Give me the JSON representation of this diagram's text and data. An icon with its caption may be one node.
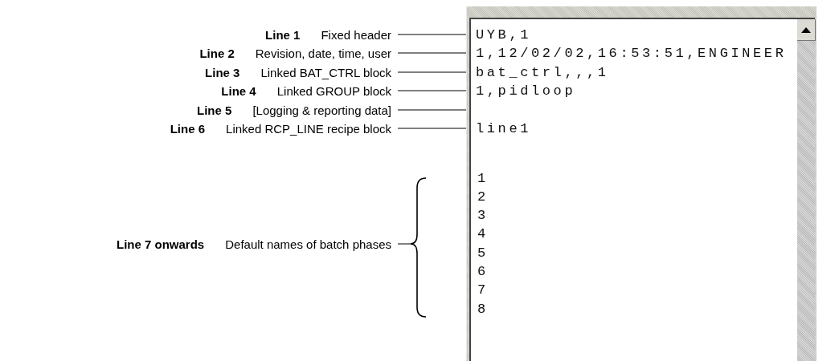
{
  "diagram": {
    "nodes": [
      {
        "text": [
          "Line 1",
          "Fixed header"
        ]
      },
      {
        "text": [
          "Line 2",
          "Revision, date, time, user"
        ]
      },
      {
        "text": [
          "Line 3",
          "Linked BAT_CTRL block"
        ]
      },
      {
        "text": [
          "Line 4",
          "Linked GROUP block"
        ]
      },
      {
        "text": [
          "Line 5",
          "[Logging & reporting data]"
        ]
      },
      {
        "text": [
          "Line 6",
          "Linked RCP_LINE recipe block"
        ]
      },
      {
        "text": [
          "Line 7 onwards",
          "Default names of batch phases"
        ]
      },
      {
        "text": [],
        "shape": "box"
      },
      {
        "text": [
          "UYB,1"
        ],
        "in": 7
      },
      {
        "text": [
          "1,12/02/02,16:53:51,ENGINEER"
        ],
        "in": 7
      },
      {
        "text": [
          "bat_ctrl,,,1"
        ],
        "in": 7
      },
      {
        "text": [
          "1,pidloop"
        ],
        "in": 7
      },
      {
        "text": [
          "line1"
        ],
        "in": 7
      },
      {
        "text": [],
        "shape": "brace"
      }
    ],
    "edges": [
      {
        "from": 0,
        "to": 8,
        "arrow": "none"
      },
      {
        "from": 1,
        "to": 9,
        "arrow": "none"
      },
      {
        "from": 2,
        "to": 10,
        "arrow": "none"
      },
      {
        "from": 3,
        "to": 11,
        "arrow": "none"
      },
      {
        "from": 4,
        "to": 7,
        "arrow": "none"
      },
      {
        "from": 5,
        "to": 12,
        "arrow": "none"
      },
      {
        "from": 6,
        "to": 13,
        "arrow": "none"
      }
    ],
    "labels": [
      "1",
      "2",
      "3",
      "4",
      "5",
      "6",
      "7",
      "8"
    ]
  }
}
